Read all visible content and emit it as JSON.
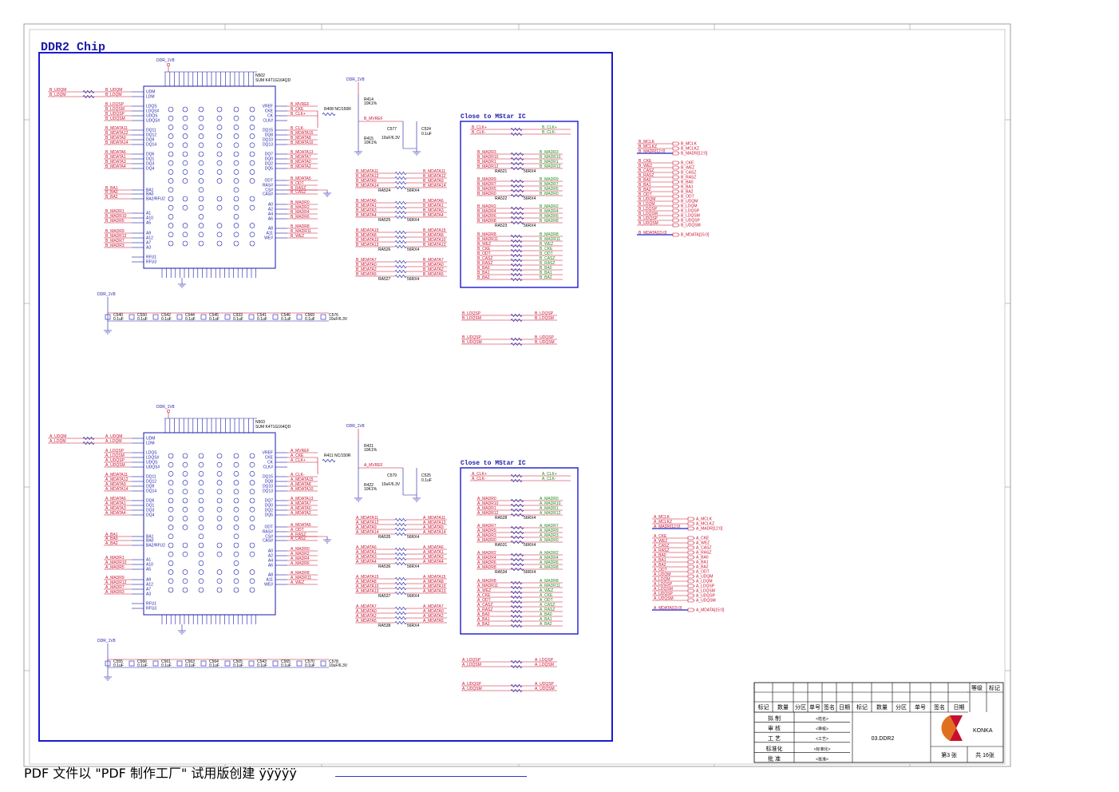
{
  "sheet_title": "DDR2 Chip",
  "close_to_mstar": "Close to MStar IC",
  "power_net": "DDR_1V8",
  "chips": [
    {
      "refdes": "N502",
      "part": "SUM K4T1G164QD",
      "prefix": "B",
      "cap_refs": [
        "C540",
        "C550",
        "C542",
        "C544",
        "C545",
        "C933",
        "C541",
        "C546",
        "C569",
        "C576"
      ],
      "cap_vals": [
        "0.1uF",
        "0.1uF",
        "0.1uF",
        "0.1uF",
        "0.1uF",
        "0.1uF",
        "0.1uF",
        "0.1uF",
        "0.1uF",
        "10uF/6.3V"
      ],
      "vref_res": [
        "R414 10K1%",
        "R415 10K1%"
      ],
      "vref_caps": [
        "C577 10uF/6.3V",
        "C524 0.1uF"
      ],
      "clk_res": "R408 NC/150R",
      "mvref": "B_MVREF",
      "rpacks": [
        "RA524 56RX4",
        "RA525 56RX4",
        "RA526 56RX4",
        "RA527 56RX4"
      ],
      "mstar_packs": [
        "RA521 56RX4",
        "RA522 56RX4",
        "RA523 56RX4"
      ],
      "left_nets": [
        "B_UDQM",
        "B_LDQM",
        "B_LDQSP",
        "B_LDQSM",
        "B_UDQSP",
        "B_UDQSM",
        "B_MDATA11",
        "B_MDATA12",
        "B_MDATA9",
        "B_MDATA14",
        "B_MDATA6",
        "B_MDATA1",
        "B_MDATA3",
        "B_MDATA4",
        "B_BA1",
        "B_BA0",
        "B_BA2",
        "B_MADR1",
        "B_MADR10",
        "B_MADR5",
        "B_MADR9",
        "B_MADR12",
        "B_MADR7",
        "B_MADR3"
      ],
      "right_nets": [
        "B_MVREF",
        "B_CKE",
        "B_CLK+",
        "B_CLK-",
        "B_MDATA15",
        "B_MDATA8",
        "B_MDATA10",
        "B_MDATA13",
        "B_MDATA7",
        "B_MDATA0",
        "B_MDATA2",
        "B_MDATA5",
        "B_ODT",
        "B_RASZ",
        "B_CASZ",
        "B_MADR0",
        "B_MADR2",
        "B_MADR4",
        "B_MADR6",
        "B_MADR8",
        "B_MADR11",
        "B_WEZ"
      ],
      "mstar_nets": [
        "B_CLK+",
        "B_CLK-",
        "B_MADR3",
        "B_MADR10",
        "B_MADR1",
        "B_MADR12",
        "B_MADR9",
        "B_MADR7",
        "B_MADR5",
        "B_MADR0",
        "B_MADR2",
        "B_MADR4",
        "B_MADR6",
        "B_MADR8",
        "B_MADR11",
        "B_WEZ",
        "B_CKE",
        "B_ODT",
        "B_CASZ",
        "B_RASZ",
        "B_BA0",
        "B_BA1",
        "B_BA2"
      ],
      "dqs_nets": [
        "B_LDQSP",
        "B_LDQSM",
        "B_UDQSP",
        "B_UDQSM"
      ],
      "io_nets": [
        "B_MCLK",
        "B_MCLKZ",
        "B_MADR[12:0]",
        "B_CKE",
        "B_WEZ",
        "B_CASZ",
        "B_RASZ",
        "B_BA0",
        "B_BA1",
        "B_BA2",
        "B_ODT",
        "B_UDQM",
        "B_LDQM",
        "B_LDQSP",
        "B_LDQSM",
        "B_UDQSP",
        "B_UDQSM",
        "B_MDATA[15:0]"
      ]
    },
    {
      "refdes": "N503",
      "part": "SUM K4T1G164QD",
      "prefix": "A",
      "cap_refs": [
        "C555",
        "C566",
        "C561",
        "C563",
        "C564",
        "C505",
        "C543",
        "C565",
        "C570",
        "C578"
      ],
      "cap_vals": [
        "0.1uF",
        "0.1uF",
        "0.1uF",
        "0.1uF",
        "0.1uF",
        "0.1uF",
        "0.1uF",
        "0.1uF",
        "0.1uF",
        "10uF/6.3V"
      ],
      "vref_res": [
        "R421 10K1%",
        "R422 10K1%"
      ],
      "vref_caps": [
        "C579 10uF/6.3V",
        "C525 0.1uF"
      ],
      "clk_res": "R411 NC/150R",
      "mvref": "A_MVREF",
      "rpacks": [
        "RA535 56RX4",
        "RA536 56RX4",
        "RA537 56RX4",
        "RA538 56RX4"
      ],
      "mstar_packs": [
        "RA528 56RX4",
        "RA531 56RX4",
        "RA534 56RX4"
      ],
      "left_nets": [
        "A_UDQM",
        "A_LDQM",
        "A_LDQSP",
        "A_LDQSM",
        "A_UDQSP",
        "A_UDQSM",
        "A_MDATA11",
        "A_MDATA12",
        "A_MDATA9",
        "A_MDATA14",
        "A_MDATA6",
        "A_MDATA1",
        "A_MDATA3",
        "A_MDATA4",
        "A_BA1",
        "A_BA0",
        "A_BA2",
        "A_MADR1",
        "A_MADR10",
        "A_MADR5",
        "A_MADR9",
        "A_MADR12",
        "A_MADR7",
        "A_MADR3"
      ],
      "right_nets": [
        "A_MVREF",
        "A_CKE",
        "A_CLK+",
        "A_CLK-",
        "A_MDATA15",
        "A_MDATA8",
        "A_MDATA10",
        "A_MDATA13",
        "A_MDATA7",
        "A_MDATA0",
        "A_MDATA2",
        "A_MDATA5",
        "A_ODT",
        "A_RASZ",
        "A_CASZ",
        "A_MADR0",
        "A_MADR2",
        "A_MADR4",
        "A_MADR6",
        "A_MADR8",
        "A_MADR11",
        "A_WEZ"
      ],
      "mstar_nets": [
        "A_CLK+",
        "A_CLK-",
        "A_MADR0",
        "A_MADR10",
        "A_MADR1",
        "A_MADR12",
        "A_MADR7",
        "A_MADR9",
        "A_MADR3",
        "A_MADR0",
        "A_MADR2",
        "A_MADR4",
        "A_MADR6",
        "A_MADR8",
        "A_MADR11",
        "A_WEZ",
        "A_CKE",
        "A_ODT",
        "A_CASZ",
        "A_RASZ",
        "A_BA0",
        "A_BA1",
        "A_BA2"
      ],
      "dqs_nets": [
        "A_LDQSP",
        "A_LDQSM",
        "A_UDQSP",
        "A_UDQSM"
      ],
      "io_nets": [
        "A_MCLK",
        "A_MCLKZ",
        "A_MADR[12:0]",
        "A_CKE",
        "A_WEZ",
        "A_CASZ",
        "A_RASZ",
        "A_BA0",
        "A_BA1",
        "A_BA2",
        "A_ODT",
        "A_UDQM",
        "A_LDQM",
        "A_LDQSP",
        "A_LDQSM",
        "A_UDQSP",
        "A_UDQSM",
        "A_MDATA[15:0]"
      ]
    }
  ],
  "chip_pins_left": [
    "UDM",
    "LDM",
    "LDQS",
    "LDQS#",
    "UDQS",
    "UDQS#",
    "DQ11",
    "DQ12",
    "DQ9",
    "DQ14",
    "DQ6",
    "DQ1",
    "DQ3",
    "DQ4",
    "BA1",
    "BA0",
    "BA2/RFU2",
    "A1",
    "A10",
    "A5",
    "A9",
    "A12",
    "A7",
    "A3",
    "RFU1",
    "RFU3"
  ],
  "chip_pins_right": [
    "VREF",
    "CKE",
    "CK",
    "CLK#",
    "DQ15",
    "DQ8",
    "DQ10",
    "DQ13",
    "DQ7",
    "DQ0",
    "DQ2",
    "DQ5",
    "ODT",
    "RAS#",
    "CS#",
    "CAS#",
    "A0",
    "A2",
    "A4",
    "A6",
    "A8",
    "A11",
    "WE#"
  ],
  "title_block": {
    "header_row": [
      "标记",
      "数量",
      "分区",
      "单号",
      "签名",
      "日期",
      "标记",
      "数量",
      "分区",
      "单号",
      "签名",
      "日期"
    ],
    "grade": "等级",
    "mark": "标记",
    "rows": [
      {
        "label": "拟 制",
        "value": "<姓名>"
      },
      {
        "label": "审 核",
        "value": "<审核>"
      },
      {
        "label": "工 艺",
        "value": "<工艺>"
      },
      {
        "label": "标准化",
        "value": "<标准化>"
      },
      {
        "label": "批 准",
        "value": "<批准>"
      }
    ],
    "drawing_name": "03.DDR2",
    "company": "KONKA",
    "sheet_no": "第3 张",
    "sheet_total": "共 16张"
  },
  "footer_text": "PDF 文件以 \"PDF 制作工厂\" 试用版创建 ÿÿÿÿÿ",
  "colors": {
    "wire": "#1a1aa8",
    "net": "#c8102e",
    "green": "#1a8a1a",
    "border": "#1a1ad0"
  }
}
